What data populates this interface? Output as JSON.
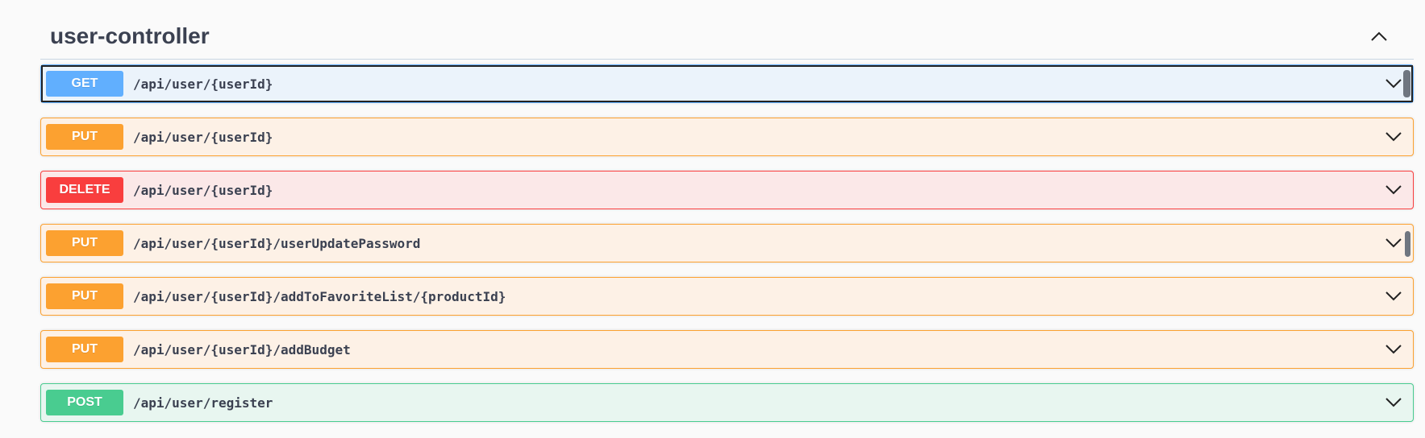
{
  "tag": {
    "title": "user-controller",
    "collapse_icon": "chevron-up-icon"
  },
  "operations": [
    {
      "method": "GET",
      "path": "/api/user/{userId}"
    },
    {
      "method": "PUT",
      "path": "/api/user/{userId}"
    },
    {
      "method": "DELETE",
      "path": "/api/user/{userId}"
    },
    {
      "method": "PUT",
      "path": "/api/user/{userId}/userUpdatePassword"
    },
    {
      "method": "PUT",
      "path": "/api/user/{userId}/addToFavoriteList/{productId}"
    },
    {
      "method": "PUT",
      "path": "/api/user/{userId}/addBudget"
    },
    {
      "method": "POST",
      "path": "/api/user/register"
    }
  ],
  "colors": {
    "get": "#61affe",
    "put": "#fca130",
    "delete": "#f93e3e",
    "post": "#49cc90",
    "text": "#3b4151"
  }
}
